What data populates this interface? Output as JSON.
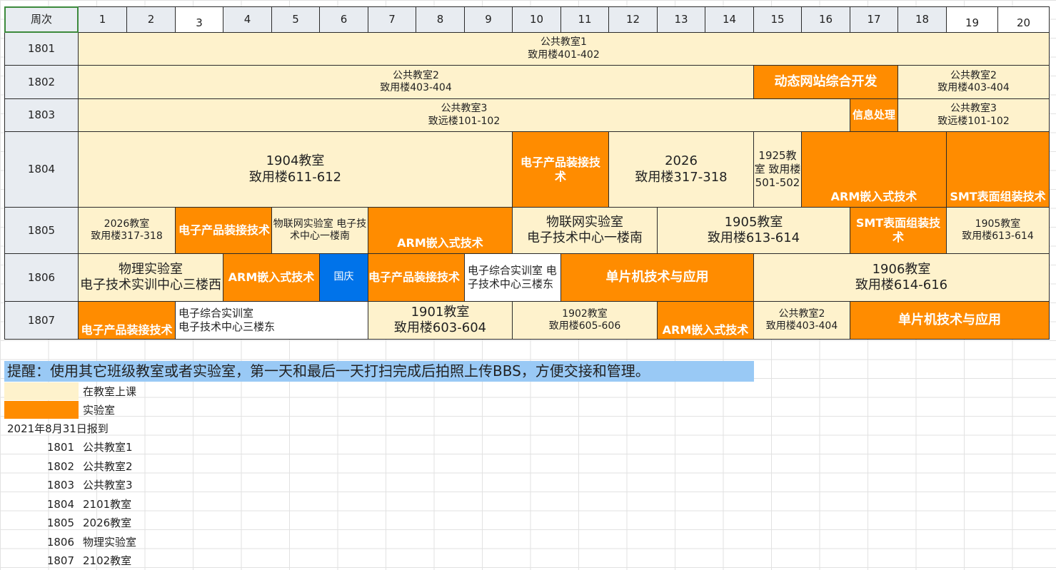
{
  "header": {
    "corner_label": "周次",
    "weeks": [
      "1",
      "2",
      "3",
      "4",
      "5",
      "6",
      "7",
      "8",
      "9",
      "10",
      "11",
      "12",
      "13",
      "14",
      "15",
      "16",
      "17",
      "18",
      "19",
      "20"
    ]
  },
  "rows": [
    "1801",
    "1802",
    "1803",
    "1804",
    "1805",
    "1806",
    "1807"
  ],
  "schedule": [
    {
      "row": 0,
      "start": 1,
      "end": 20,
      "kind": "cream",
      "text": "公共教室1\n致用楼401-402"
    },
    {
      "row": 1,
      "start": 1,
      "end": 14,
      "kind": "cream",
      "text": "公共教室2\n致用楼403-404"
    },
    {
      "row": 1,
      "start": 15,
      "end": 17,
      "kind": "orange",
      "text": "动态网站综合开发"
    },
    {
      "row": 1,
      "start": 18,
      "end": 20,
      "kind": "cream",
      "text": "公共教室2\n致用楼403-404"
    },
    {
      "row": 2,
      "start": 1,
      "end": 16,
      "kind": "cream",
      "text": "公共教室3\n致远楼101-102"
    },
    {
      "row": 2,
      "start": 17,
      "end": 17,
      "kind": "orange",
      "text": "信息处理"
    },
    {
      "row": 2,
      "start": 18,
      "end": 20,
      "kind": "cream",
      "text": "公共教室3\n致远楼101-102"
    },
    {
      "row": 3,
      "start": 1,
      "end": 9,
      "kind": "cream",
      "text": "1904教室\n致用楼611-612"
    },
    {
      "row": 3,
      "start": 10,
      "end": 11,
      "kind": "orange",
      "text": "电子产品装接技术"
    },
    {
      "row": 3,
      "start": 12,
      "end": 14,
      "kind": "cream",
      "text": "2026\n致用楼317-318"
    },
    {
      "row": 3,
      "start": 15,
      "end": 15,
      "kind": "cream",
      "text": "1925教室\n致用楼501-502"
    },
    {
      "row": 3,
      "start": 16,
      "end": 18,
      "kind": "orange",
      "text": "ARM嵌入式技术"
    },
    {
      "row": 3,
      "start": 19,
      "end": 20,
      "kind": "orange",
      "text": "SMT表面组装技术"
    },
    {
      "row": 4,
      "start": 1,
      "end": 2,
      "kind": "cream",
      "text": "2026教室\n致用楼317-318"
    },
    {
      "row": 4,
      "start": 3,
      "end": 4,
      "kind": "orange",
      "text": "电子产品装接技术"
    },
    {
      "row": 4,
      "start": 5,
      "end": 6,
      "kind": "cream",
      "text": "物联网实验室\n电子技术中心一楼南"
    },
    {
      "row": 4,
      "start": 7,
      "end": 9,
      "kind": "orange",
      "text": "ARM嵌入式技术"
    },
    {
      "row": 4,
      "start": 10,
      "end": 12,
      "kind": "cream",
      "text": "物联网实验室\n电子技术中心一楼南"
    },
    {
      "row": 4,
      "start": 13,
      "end": 16,
      "kind": "cream",
      "text": "1905教室\n致用楼613-614"
    },
    {
      "row": 4,
      "start": 17,
      "end": 18,
      "kind": "orange",
      "text": "SMT表面组装技术"
    },
    {
      "row": 4,
      "start": 19,
      "end": 20,
      "kind": "cream",
      "text": "1905教室\n致用楼613-614"
    },
    {
      "row": 5,
      "start": 1,
      "end": 3,
      "kind": "cream",
      "text": "物理实验室\n电子技术实训中心三楼西"
    },
    {
      "row": 5,
      "start": 4,
      "end": 5,
      "kind": "orange",
      "text": "ARM嵌入式技术"
    },
    {
      "row": 5,
      "start": 6,
      "end": 6,
      "kind": "blue",
      "text": "国庆"
    },
    {
      "row": 5,
      "start": 7,
      "end": 8,
      "kind": "orange",
      "text": "电子产品装接技术"
    },
    {
      "row": 5,
      "start": 9,
      "end": 10,
      "kind": "white",
      "text": "电子综合实训室\n电子技术中心三楼东"
    },
    {
      "row": 5,
      "start": 11,
      "end": 14,
      "kind": "orange",
      "text": "单片机技术与应用"
    },
    {
      "row": 5,
      "start": 15,
      "end": 20,
      "kind": "cream",
      "text": "1906教室\n致用楼614-616"
    },
    {
      "row": 6,
      "start": 1,
      "end": 2,
      "kind": "orange",
      "text": "电子产品装接技术"
    },
    {
      "row": 6,
      "start": 3,
      "end": 6,
      "kind": "white",
      "text": "电子综合实训室\n电子技术中心三楼东"
    },
    {
      "row": 6,
      "start": 7,
      "end": 9,
      "kind": "cream",
      "text": "1901教室\n致用楼603-604"
    },
    {
      "row": 6,
      "start": 10,
      "end": 12,
      "kind": "cream",
      "text": "1902教室\n致用楼605-606"
    },
    {
      "row": 6,
      "start": 13,
      "end": 14,
      "kind": "orange",
      "text": "ARM嵌入式技术"
    },
    {
      "row": 6,
      "start": 15,
      "end": 16,
      "kind": "cream",
      "text": "公共教室2\n致用楼403-404"
    },
    {
      "row": 6,
      "start": 17,
      "end": 20,
      "kind": "orange",
      "text": "单片机技术与应用"
    }
  ],
  "reminder": "提醒：使用其它班级教室或者实验室，第一天和最后一天打扫完成后拍照上传BBS，方便交接和管理。",
  "legend": [
    {
      "kind": "cream",
      "label": "在教室上课"
    },
    {
      "kind": "orange",
      "label": "实验室"
    }
  ],
  "report_date": "2021年8月31日报到",
  "home_rooms": [
    {
      "class": "1801",
      "room": "公共教室1"
    },
    {
      "class": "1802",
      "room": "公共教室2"
    },
    {
      "class": "1803",
      "room": "公共教室3"
    },
    {
      "class": "1804",
      "room": "2101教室"
    },
    {
      "class": "1805",
      "room": "2026教室"
    },
    {
      "class": "1806",
      "room": "物理实验室"
    },
    {
      "class": "1807",
      "room": "2102教室"
    }
  ],
  "colors": {
    "cream": "#fef2cc",
    "orange": "#ff8c00",
    "blue": "#0073ea",
    "header": "#e8ecf1",
    "reminder": "#99c9f5"
  }
}
